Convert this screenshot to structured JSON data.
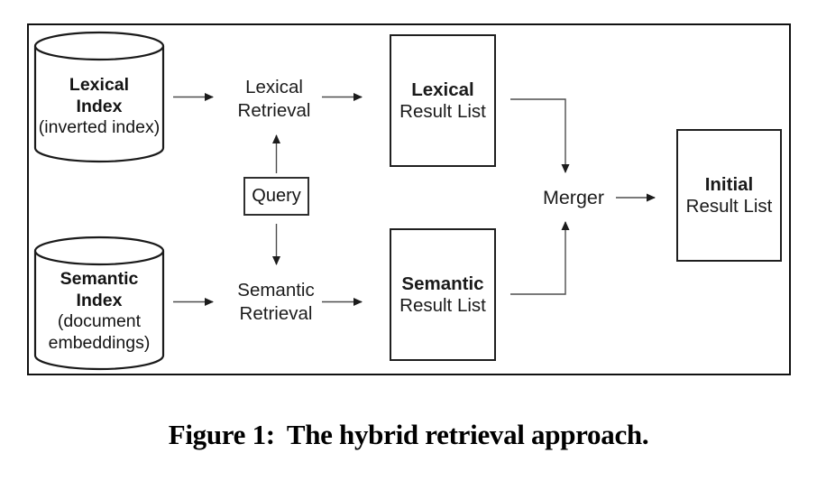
{
  "figure": {
    "caption_label": "Figure 1:",
    "caption_text": "The hybrid retrieval approach."
  },
  "nodes": {
    "lexical_index": {
      "title1": "Lexical",
      "title2": "Index",
      "subtitle": "(inverted index)"
    },
    "semantic_index": {
      "title1": "Semantic",
      "title2": "Index",
      "subtitle": "(document embeddings)"
    },
    "lexical_retrieval": {
      "line1": "Lexical",
      "line2": "Retrieval"
    },
    "semantic_retrieval": {
      "line1": "Semantic",
      "line2": "Retrieval"
    },
    "query": {
      "label": "Query"
    },
    "lexical_result": {
      "title": "Lexical",
      "subtitle": "Result List"
    },
    "semantic_result": {
      "title": "Semantic",
      "subtitle": "Result List"
    },
    "initial_result": {
      "title": "Initial",
      "subtitle": "Result List"
    },
    "merger": {
      "label": "Merger"
    }
  },
  "edges": [
    {
      "from": "lexical-index",
      "to": "lexical-retrieval"
    },
    {
      "from": "lexical-retrieval",
      "to": "lexical-result-list"
    },
    {
      "from": "query",
      "to": "lexical-retrieval"
    },
    {
      "from": "query",
      "to": "semantic-retrieval"
    },
    {
      "from": "semantic-index",
      "to": "semantic-retrieval"
    },
    {
      "from": "semantic-retrieval",
      "to": "semantic-result-list"
    },
    {
      "from": "lexical-result-list",
      "to": "merger"
    },
    {
      "from": "semantic-result-list",
      "to": "merger"
    },
    {
      "from": "merger",
      "to": "initial-result-list"
    }
  ],
  "colors": {
    "background": "#ffffff",
    "border": "#111111",
    "node_stroke": "#1f1f1f",
    "arrow_line": "#4d4d4d",
    "arrow_head": "#1c1c1c",
    "text": "#141414"
  }
}
